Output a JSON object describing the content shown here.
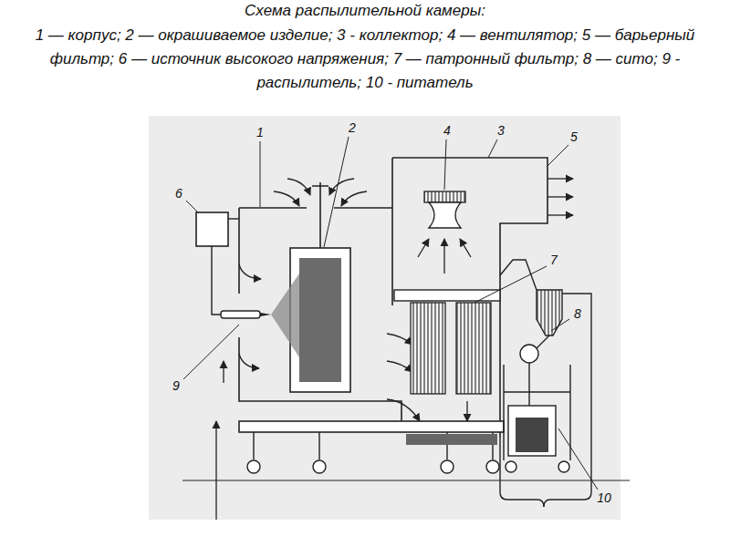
{
  "diagram": {
    "title": "Схема распылительной камеры:",
    "caption": "1 — корпус; 2 — окрашиваемое изделие; 3 - коллектор; 4 — вентилятор; 5 — барьерный фильтр; 6 — источник высокого напряжения; 7 — патронный фильтр; 8 — сито; 9 - распылитель; 10 - питатель",
    "labels": [
      "1",
      "2",
      "3",
      "4",
      "5",
      "6",
      "7",
      "8",
      "9",
      "10"
    ]
  }
}
